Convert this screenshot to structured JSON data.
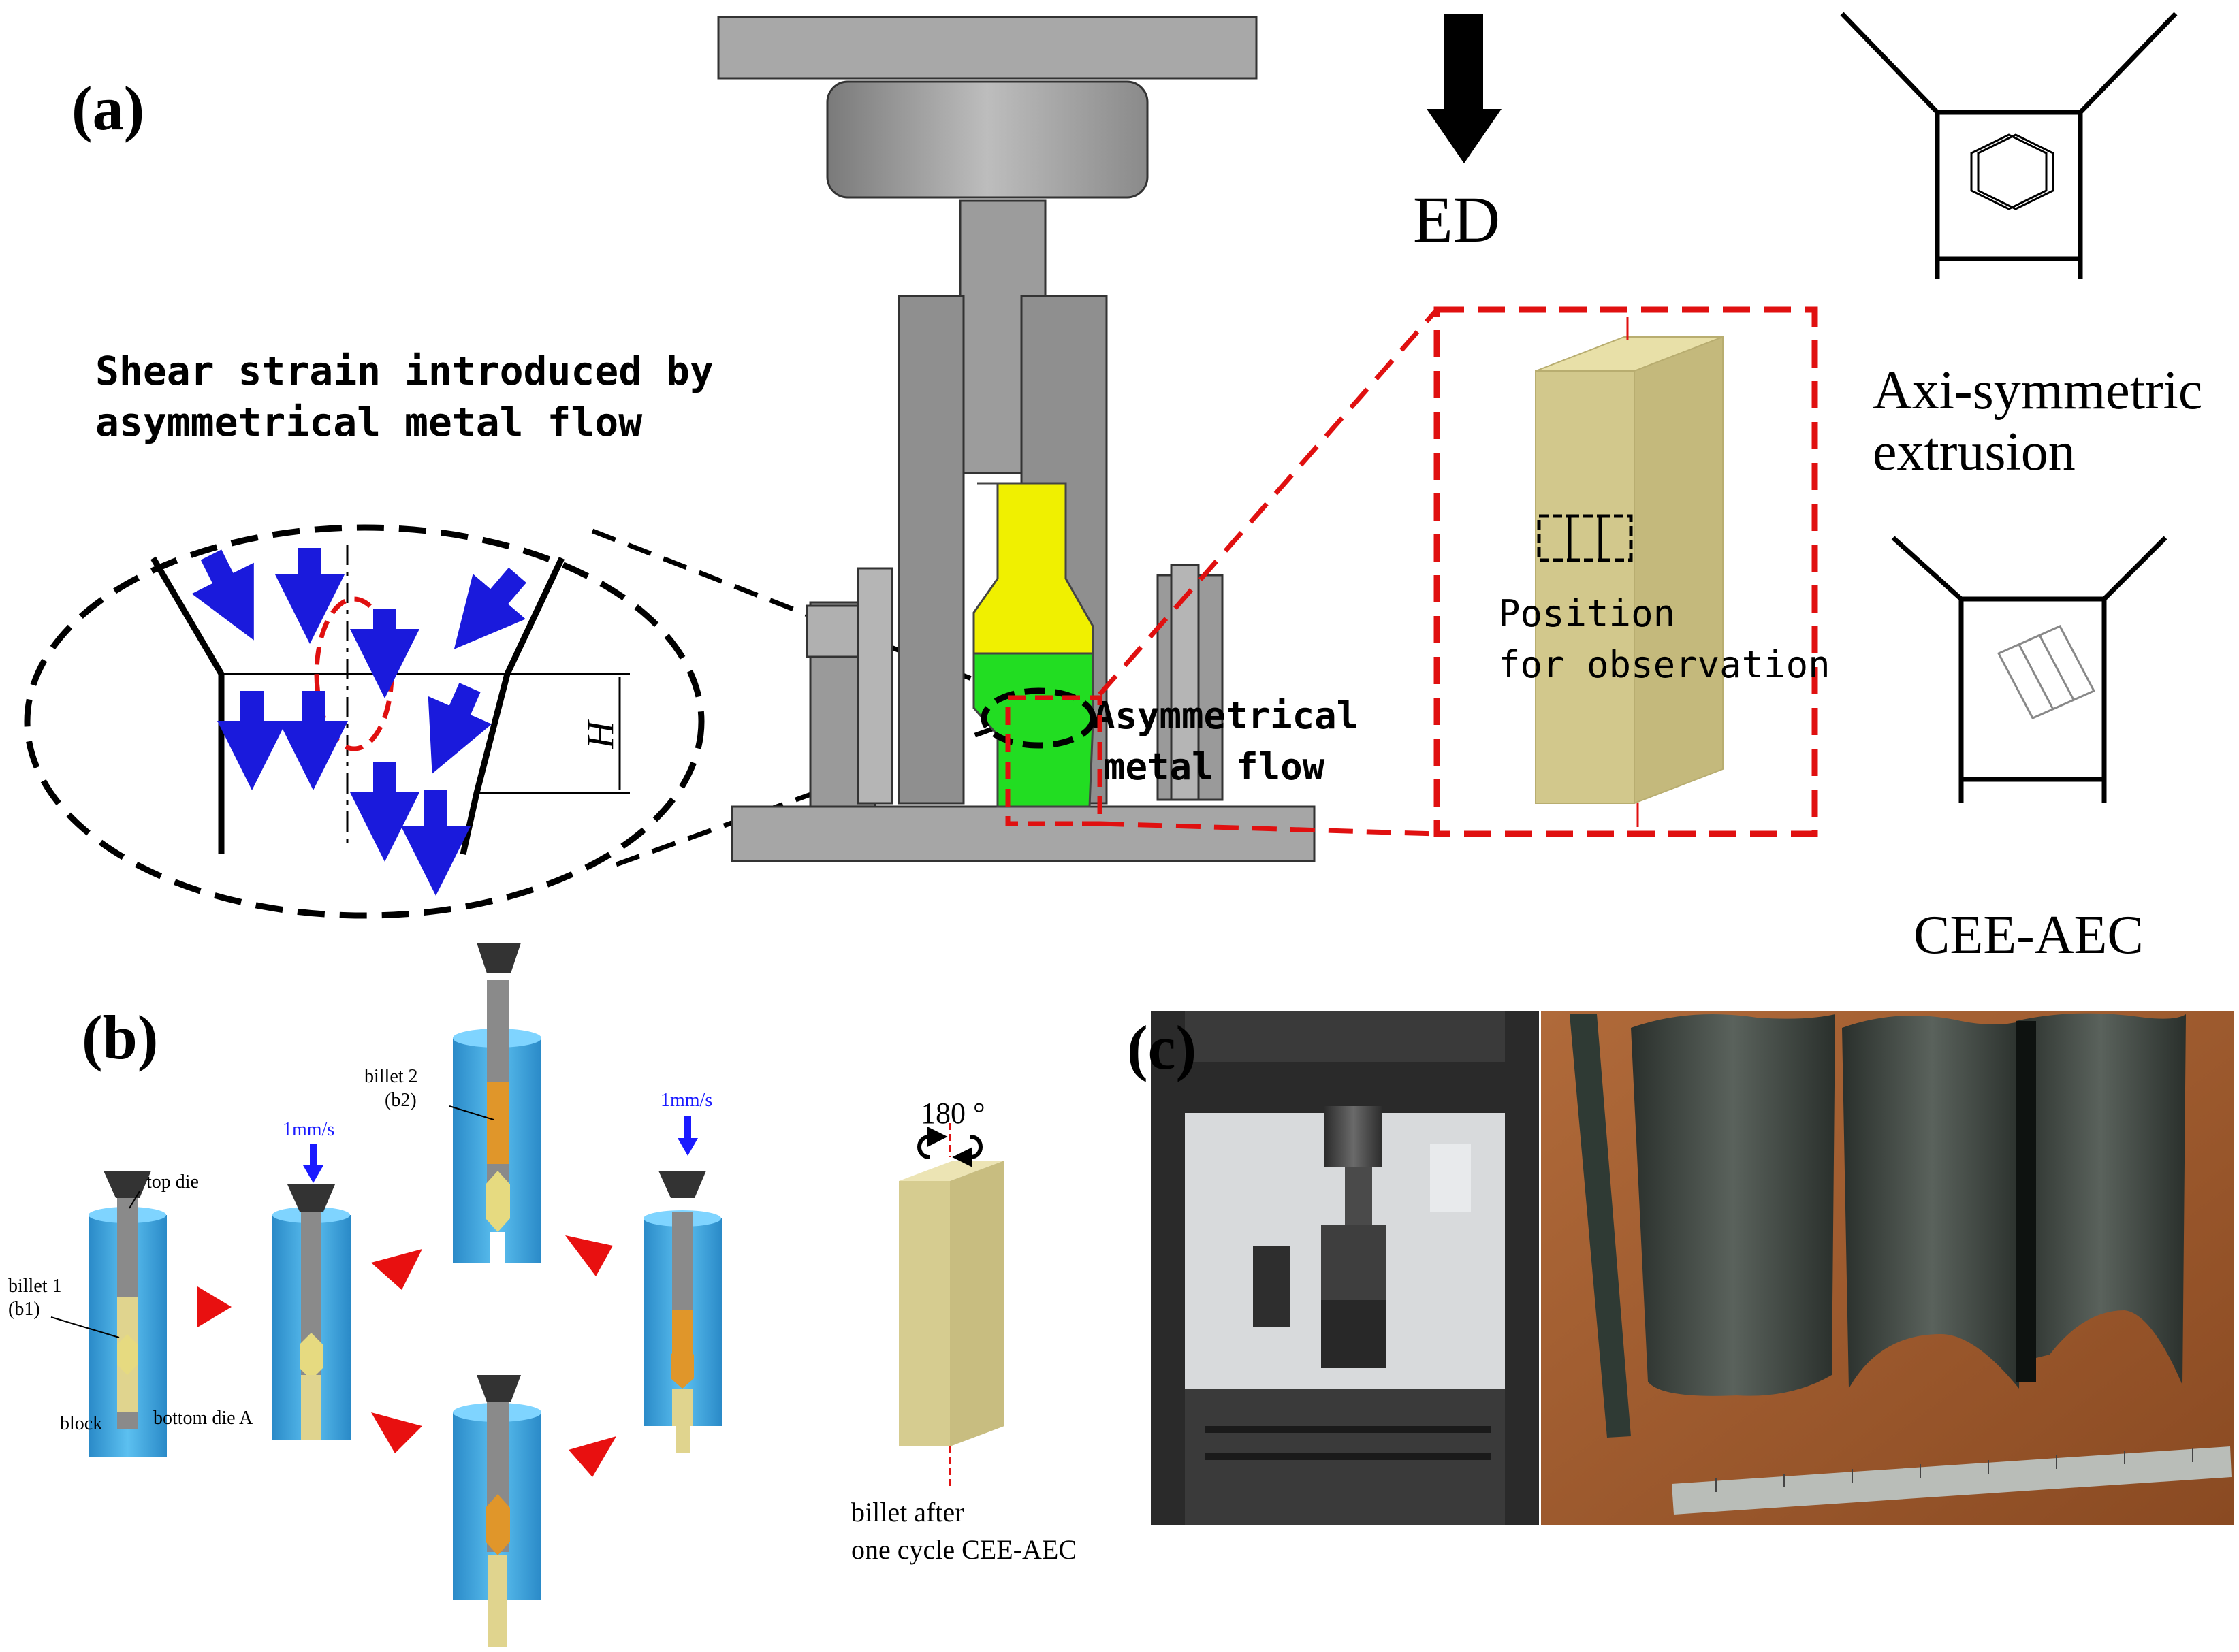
{
  "panels": {
    "a": {
      "label": "(a)",
      "shear_caption_line1": "Shear strain introduced by",
      "shear_caption_line2": "asymmetrical metal flow",
      "height_symbol": "H",
      "flow_label_line1": "Asymmetrical",
      "flow_label_line2": "metal flow",
      "observation_line1": "Position",
      "observation_line2": "for observation",
      "ed_label": "ED",
      "axi_line1": "Axi-symmetric",
      "axi_line2": "extrusion",
      "cee_label": "CEE-AEC"
    },
    "b": {
      "label": "(b)",
      "speed_1": "1mm/s",
      "speed_2": "1mm/s",
      "top_die": "top die",
      "billet1_line1": "billet 1",
      "billet1_line2": "(b1)",
      "billet2_line1": "billet 2",
      "billet2_line2": "(b2)",
      "block": "block",
      "bottom_die": "bottom die A",
      "rotation": "180 °",
      "billet_after_line1": "billet after",
      "billet_after_line2": "one cycle CEE-AEC"
    },
    "c": {
      "label": "(c)"
    }
  },
  "colors": {
    "flow_arrow": "#1a1adc",
    "dashed_red": "#e01010",
    "billet_tan": "#d2c88c",
    "die_blue": "#3aa0d8",
    "billet_yellow": "#f0f000",
    "billet_green": "#22dd22",
    "machine_gray": "#9a9a9a",
    "speed_blue": "#1a1aff",
    "red_triangle": "#e81010"
  },
  "icons": [
    "ed-down-arrow",
    "rotation-arrow-icon",
    "red-cycle-triangle"
  ]
}
